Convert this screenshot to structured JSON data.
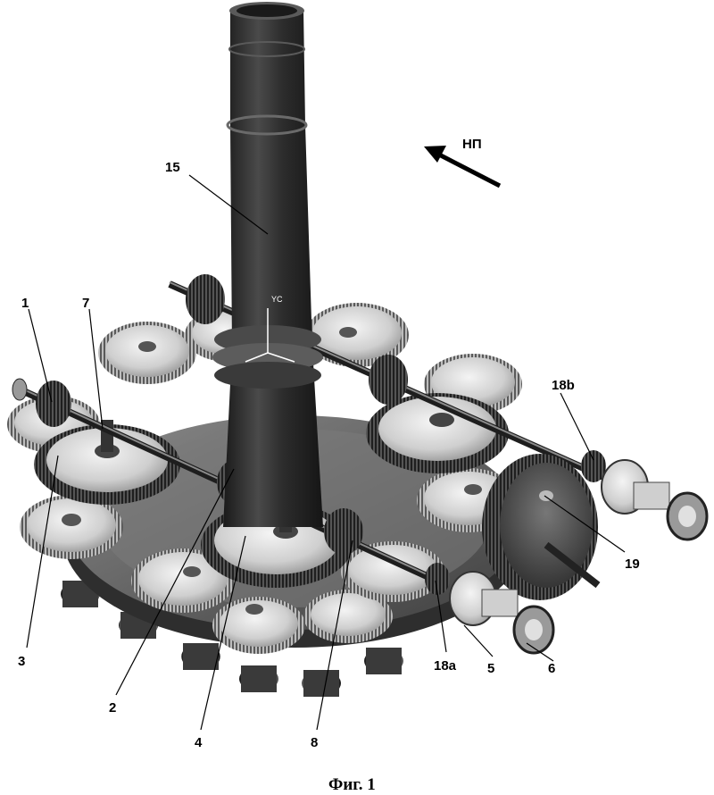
{
  "figure": {
    "direction_label": "НП",
    "caption": "Фиг. 1",
    "shaft_marking": "YC"
  },
  "labels": [
    {
      "id": "1",
      "text": "1"
    },
    {
      "id": "7",
      "text": "7"
    },
    {
      "id": "15",
      "text": "15"
    },
    {
      "id": "18b",
      "text": "18b"
    },
    {
      "id": "19",
      "text": "19"
    },
    {
      "id": "3",
      "text": "3"
    },
    {
      "id": "2",
      "text": "2"
    },
    {
      "id": "4",
      "text": "4"
    },
    {
      "id": "8",
      "text": "8"
    },
    {
      "id": "18a",
      "text": "18a"
    },
    {
      "id": "5",
      "text": "5"
    },
    {
      "id": "6",
      "text": "6"
    }
  ],
  "colors": {
    "ink": "#000000",
    "metal_dark": "#2a2a2a",
    "metal_mid": "#6a6a6a",
    "metal_light": "#d8d8d8",
    "background": "#ffffff"
  }
}
